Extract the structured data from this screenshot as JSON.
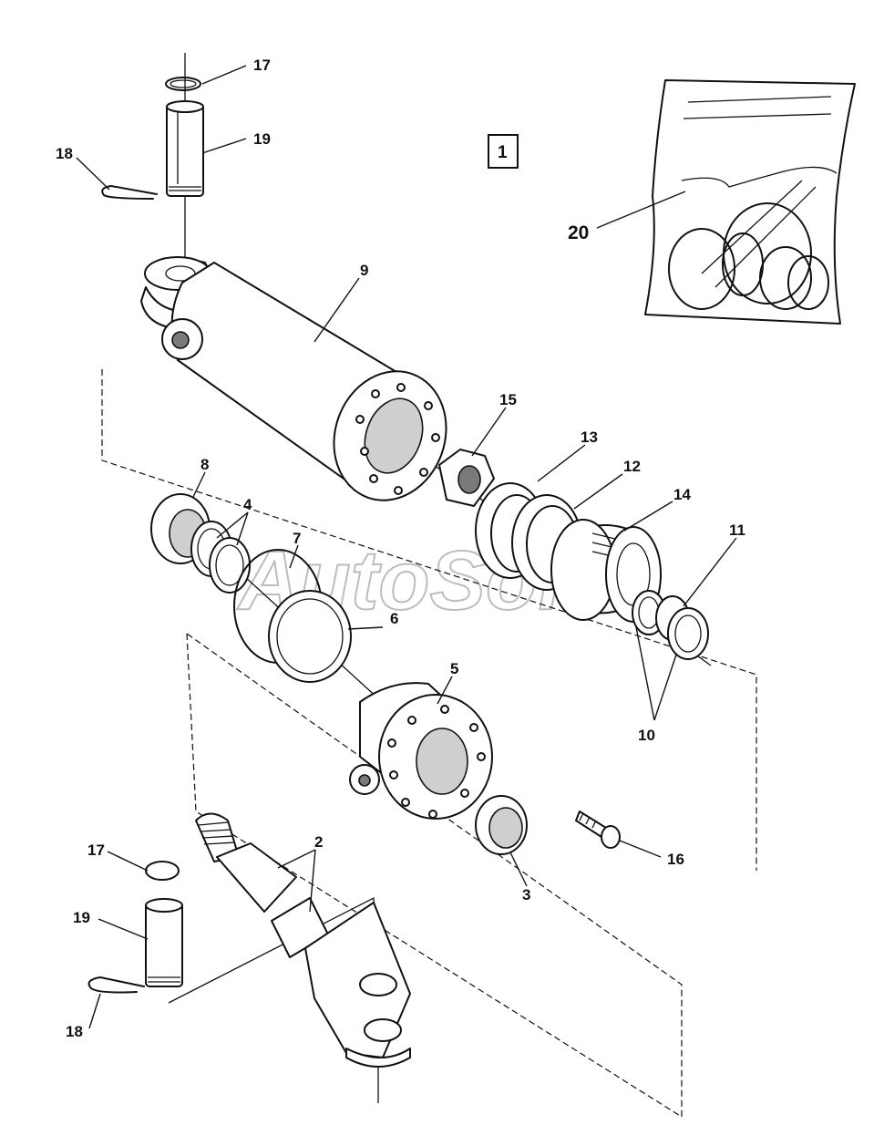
{
  "diagram": {
    "box_label": "1",
    "watermark": "AutoSoft",
    "callouts": {
      "c17_top": "17",
      "c19_top": "19",
      "c18_top": "18",
      "c20": "20",
      "c9": "9",
      "c15": "15",
      "c13": "13",
      "c12": "12",
      "c14": "14",
      "c11": "11",
      "c8": "8",
      "c4": "4",
      "c7": "7",
      "c6": "6",
      "c5": "5",
      "c10": "10",
      "c2": "2",
      "c17_bot": "17",
      "c19_bot": "19",
      "c18_bot": "18",
      "c3": "3",
      "c16": "16"
    }
  }
}
